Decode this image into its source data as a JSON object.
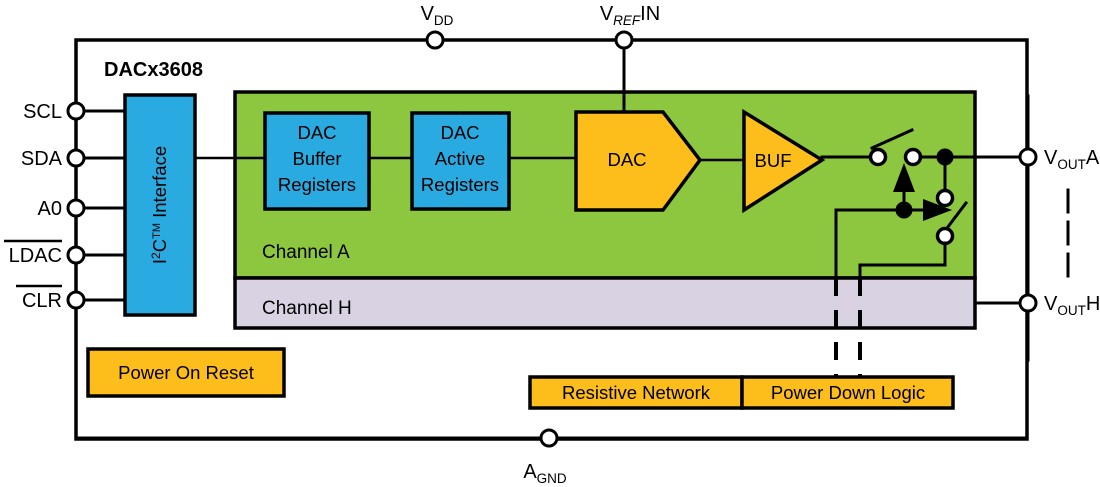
{
  "diagram": {
    "title": "DACx3608",
    "colors": {
      "green_channel": "#8DC63F",
      "lavender_channel": "#D9D2E2",
      "blue_block": "#29ABE2",
      "yellow_block": "#FDBD1A",
      "wire": "#000000",
      "background": "#FFFFFF"
    },
    "left_pins": [
      {
        "label": "SCL",
        "overbar": false
      },
      {
        "label": "SDA",
        "overbar": false
      },
      {
        "label": "A0",
        "overbar": false
      },
      {
        "label": "LDAC",
        "overbar": true
      },
      {
        "label": "CLR",
        "overbar": true
      }
    ],
    "top_pins": [
      {
        "base": "V",
        "sub": "DD",
        "tail": "",
        "sub_italic": false
      },
      {
        "base": "V",
        "sub": "REF",
        "tail": "IN",
        "sub_italic": true
      }
    ],
    "right_pins": [
      {
        "base": "V",
        "sub": "OUT",
        "tail": "A"
      },
      {
        "base": "V",
        "sub": "OUT",
        "tail": "H"
      }
    ],
    "bottom_pin": {
      "base": "A",
      "sub": "GND",
      "tail": ""
    },
    "interface_block": {
      "base": "I",
      "sup": "2",
      "mid": "C",
      "tm": "TM",
      "tail": " Interface"
    },
    "channel_blocks": [
      {
        "label": "Channel A",
        "fill": "#8DC63F"
      },
      {
        "label": "Channel H",
        "fill": "#D9D2E2"
      }
    ],
    "register_blocks": [
      {
        "lines": [
          "DAC",
          "Buffer",
          "Registers"
        ]
      },
      {
        "lines": [
          "DAC",
          "Active",
          "Registers"
        ]
      }
    ],
    "dac_block": {
      "label": "DAC"
    },
    "buf_block": {
      "label": "BUF"
    },
    "bottom_blocks": [
      {
        "label": "Power On Reset"
      },
      {
        "label": "Resistive Network"
      },
      {
        "label": "Power Down Logic"
      }
    ],
    "ellipsis": {
      "glyph": "vertical-dashes",
      "count": 3
    }
  }
}
